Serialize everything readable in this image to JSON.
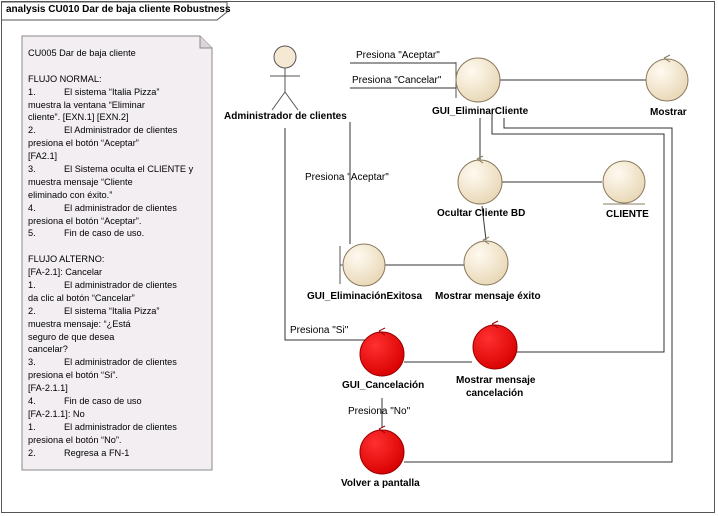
{
  "frame": {
    "title": "analysis CU010 Dar de baja cliente Robustness"
  },
  "note": {
    "lines": [
      {
        "n": "",
        "t": "CU005 Dar de baja cliente"
      },
      {
        "n": "",
        "t": ""
      },
      {
        "n": "",
        "t": "FLUJO NORMAL:"
      },
      {
        "n": "1.",
        "t": "El sistema “Italia Pizza”"
      },
      {
        "n": "",
        "t": "muestra la ventana “Eliminar"
      },
      {
        "n": "",
        "t": "cliente”. [EXN.1] [EXN.2]"
      },
      {
        "n": "2.",
        "t": "El Administrador de clientes"
      },
      {
        "n": "",
        "t": "presiona el botón “Aceptar”"
      },
      {
        "n": "",
        "t": "[FA2.1]"
      },
      {
        "n": "3.",
        "t": "El Sistema oculta el CLIENTE y"
      },
      {
        "n": "",
        "t": "muestra mensaje “Cliente"
      },
      {
        "n": "",
        "t": "eliminado con éxito.”"
      },
      {
        "n": "4.",
        "t": "El administrador de clientes"
      },
      {
        "n": "",
        "t": "presiona el botón “Aceptar”."
      },
      {
        "n": "5.",
        "t": "Fin de caso de uso."
      },
      {
        "n": "",
        "t": ""
      },
      {
        "n": "",
        "t": "FLUJO ALTERNO:"
      },
      {
        "n": "",
        "t": "[FA-2.1]: Cancelar"
      },
      {
        "n": "1.",
        "t": "El administrador de clientes"
      },
      {
        "n": "",
        "t": "da clic al botón “Cancelar”"
      },
      {
        "n": "2.",
        "t": "El sistema “Italia Pizza”"
      },
      {
        "n": "",
        "t": "muestra mensaje: “¿Está"
      },
      {
        "n": "",
        "t": "seguro de que desea"
      },
      {
        "n": "",
        "t": "cancelar?"
      },
      {
        "n": "3.",
        "t": "El administrador de clientes"
      },
      {
        "n": "",
        "t": "presiona el botón “Si”."
      },
      {
        "n": "",
        "t": "[FA-2.1.1]"
      },
      {
        "n": "4.",
        "t": "Fin de caso de uso"
      },
      {
        "n": "",
        "t": "[FA-2.1.1]: No"
      },
      {
        "n": "1.",
        "t": "El administrador de clientes"
      },
      {
        "n": "",
        "t": "presiona el botón “No”."
      },
      {
        "n": "2.",
        "t": "Regresa a FN-1"
      }
    ]
  },
  "nodes": {
    "actor": "Administrador de clientes",
    "gui_eliminar": "GUI_EliminarCliente",
    "mostrar": "Mostrar",
    "ocultar": "Ocultar Cliente BD",
    "cliente": "CLIENTE",
    "gui_exitosa": "GUI_EliminaciónExitosa",
    "mostrar_exito": "Mostrar mensaje éxito",
    "gui_cancelacion": "GUI_Cancelación",
    "mostrar_cancel_1": "Mostrar mensaje",
    "mostrar_cancel_2": "cancelación",
    "volver": "Volver a pantalla"
  },
  "edges": {
    "aceptar_top": "Presiona \"Aceptar\"",
    "cancelar_top": "Presiona \"Cancelar\"",
    "aceptar_mid": "Presiona \"Aceptar\"",
    "si": "Presiona \"Si\"",
    "no": "Presiona \"No\""
  },
  "colors": {
    "control": "#f5e9d3",
    "control_stroke": "#8a7a5e",
    "alert": "#ee0000",
    "alert_stroke": "#9a0000",
    "note_fill": "#f2eef2"
  }
}
